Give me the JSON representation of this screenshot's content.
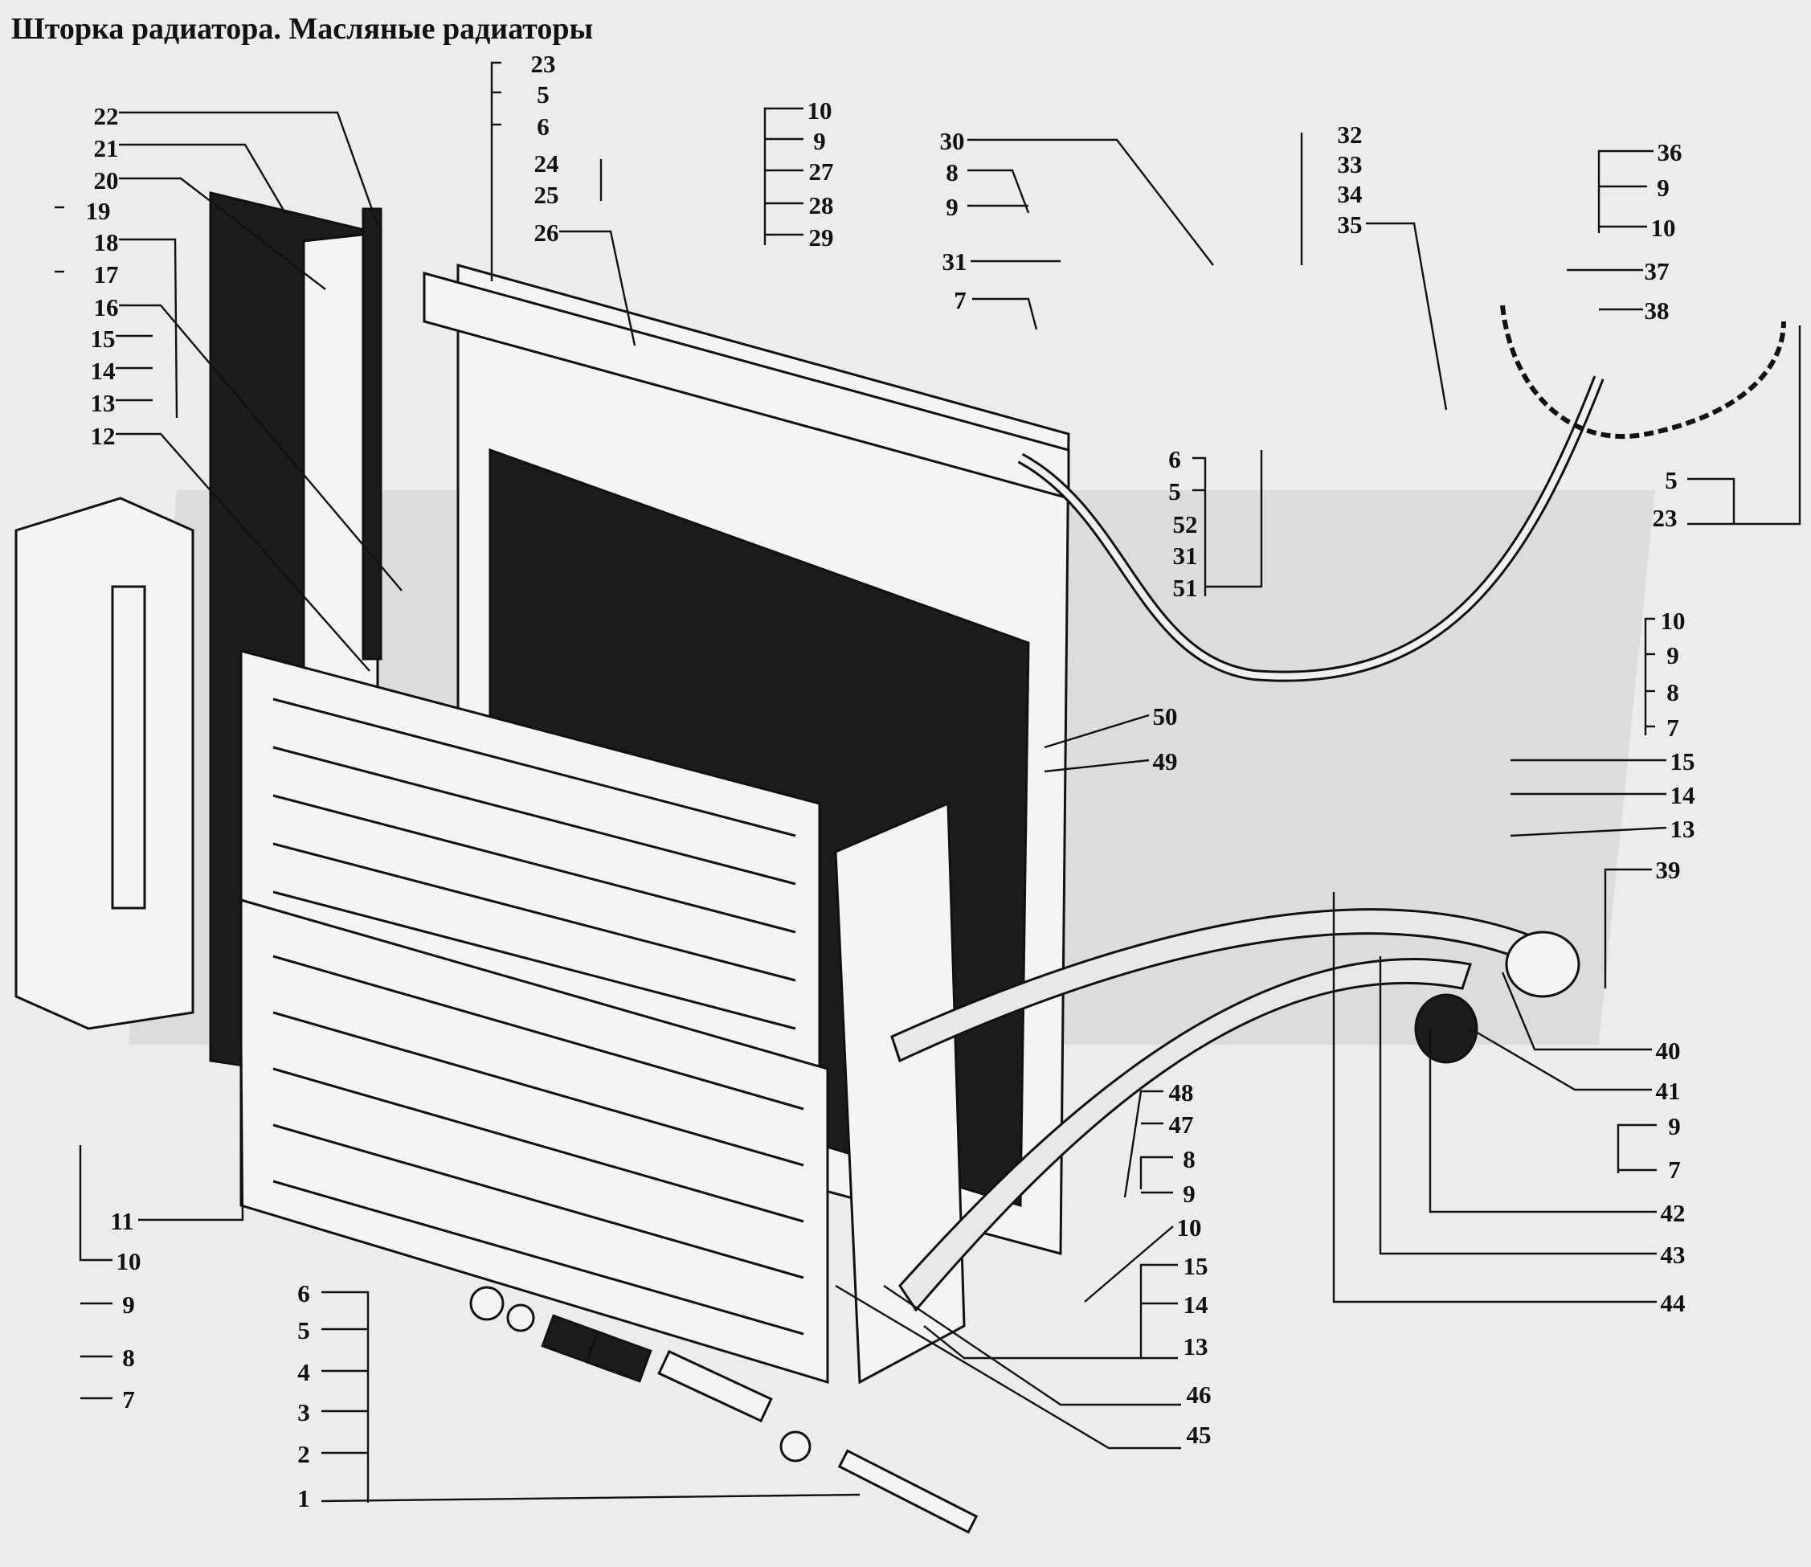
{
  "title": "Шторка радиатора. Масляные радиаторы",
  "callouts": [
    "1",
    "2",
    "3",
    "4",
    "5",
    "6",
    "7",
    "8",
    "9",
    "10",
    "11",
    "12",
    "13",
    "14",
    "15",
    "16",
    "17",
    "18",
    "19",
    "20",
    "21",
    "22",
    "23",
    "24",
    "25",
    "26",
    "27",
    "28",
    "29",
    "30",
    "31",
    "32",
    "33",
    "34",
    "35",
    "36",
    "37",
    "38",
    "39",
    "40",
    "41",
    "42",
    "43",
    "44",
    "45",
    "46",
    "47",
    "48",
    "49",
    "50",
    "51",
    "52"
  ],
  "parts": {
    "shutter": "radiator-shutter",
    "oil_radiator_upper": "oil-radiator-upper",
    "oil_radiator_lower": "oil-radiator-lower",
    "bracket": "mounting-bracket",
    "hoses": "oil-lines",
    "chain": "control-chain"
  }
}
